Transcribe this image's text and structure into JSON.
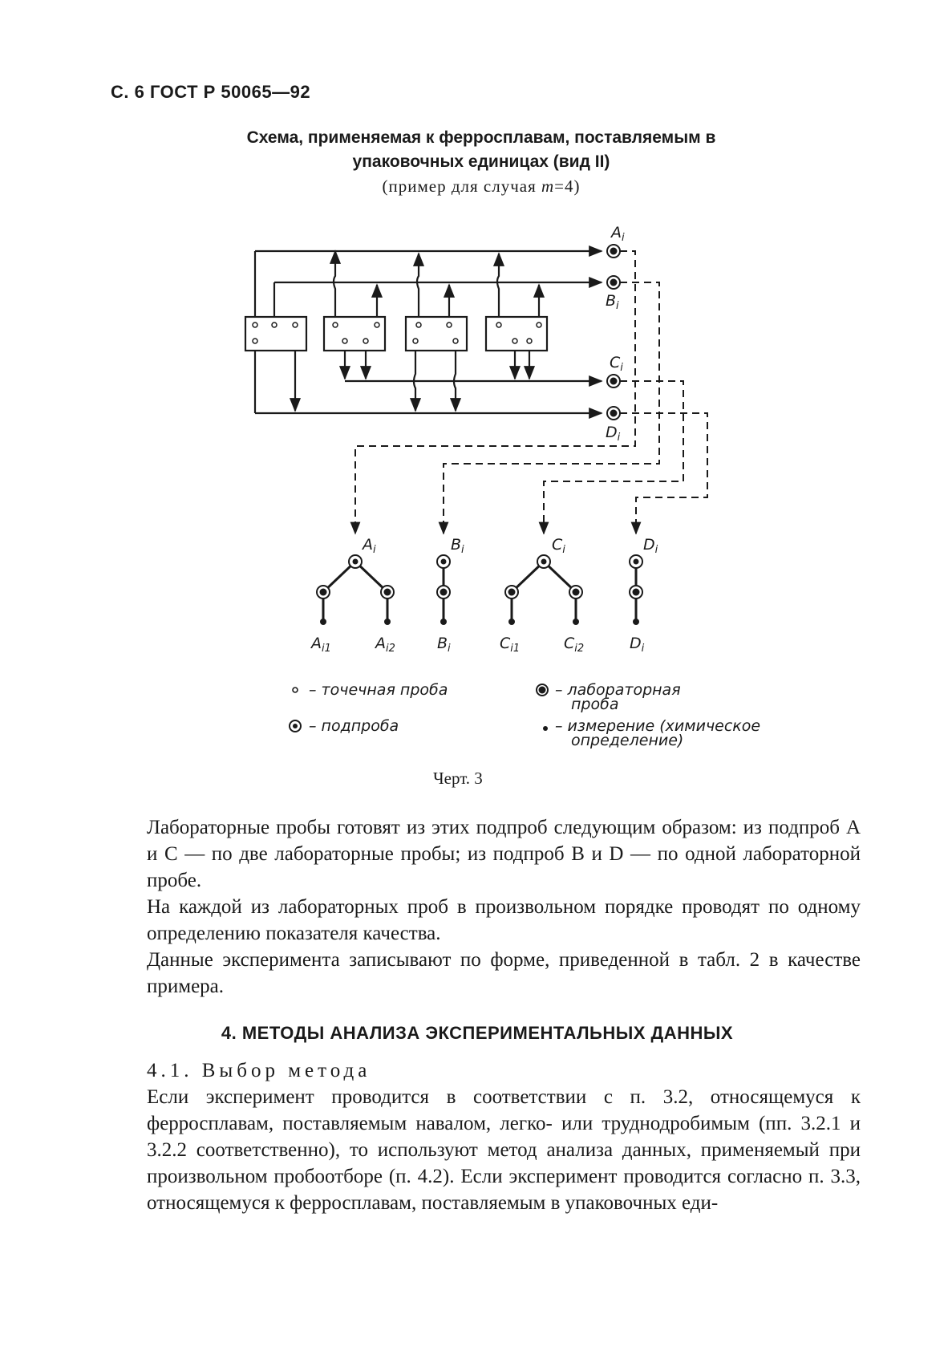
{
  "header": {
    "page_ref": "С. 6 ГОСТ Р 50065—92"
  },
  "figure": {
    "title_line1": "Схема, применяемая к ферросплавам, поставляемым в",
    "title_line2": "упаковочных единицах (вид II)",
    "title_line3_prefix": "(пример для случая ",
    "title_line3_var": "m",
    "title_line3_suffix": "=4)",
    "node_labels": {
      "A": "A",
      "B": "B",
      "C": "C",
      "D": "D",
      "sub": "i"
    },
    "bottom_labels": [
      "A",
      "A",
      "B",
      "C",
      "C",
      "D"
    ],
    "bottom_subs": [
      "i1",
      "i2",
      "i",
      "i1",
      "i2",
      "i"
    ],
    "legend": {
      "increment": "– точечная проба",
      "subsample": "– подпроба",
      "lab_sample_line1": "– лабораторная",
      "lab_sample_line2": "проба",
      "measurement_line1": "– измерение (химическое",
      "measurement_line2": "определение)"
    },
    "caption": "Черт. 3"
  },
  "text": {
    "p1": "Лабораторные пробы готовят из этих подпроб следующим образом: из подпроб А и С — по две лабораторные пробы; из подпроб В и D — по одной лабораторной пробе.",
    "p2": "На каждой из лабораторных проб в произвольном порядке проводят по одному определению показателя качества.",
    "p3": "Данные эксперимента записывают по форме,  приведенной в табл. 2 в качестве примера.",
    "section_title": "4. МЕТОДЫ АНАЛИЗА ЭКСПЕРИМЕНТАЛЬНЫХ ДАННЫХ",
    "subsection": "4.1. Выбор метода",
    "p4": "Если эксперимент проводится в соответствии с п. 3.2, относящемуся к ферросплавам,  поставляемым  навалом, легко- или труднодробимым (пп. 3.2.1 и 3.2.2 соответственно), то используют метод анализа данных, применяемый при произвольном пробоотборе (п. 4.2). Если эксперимент проводится согласно п. 3.3, относящемуся к ферросплавам, поставляемым в упаковочных еди-"
  }
}
